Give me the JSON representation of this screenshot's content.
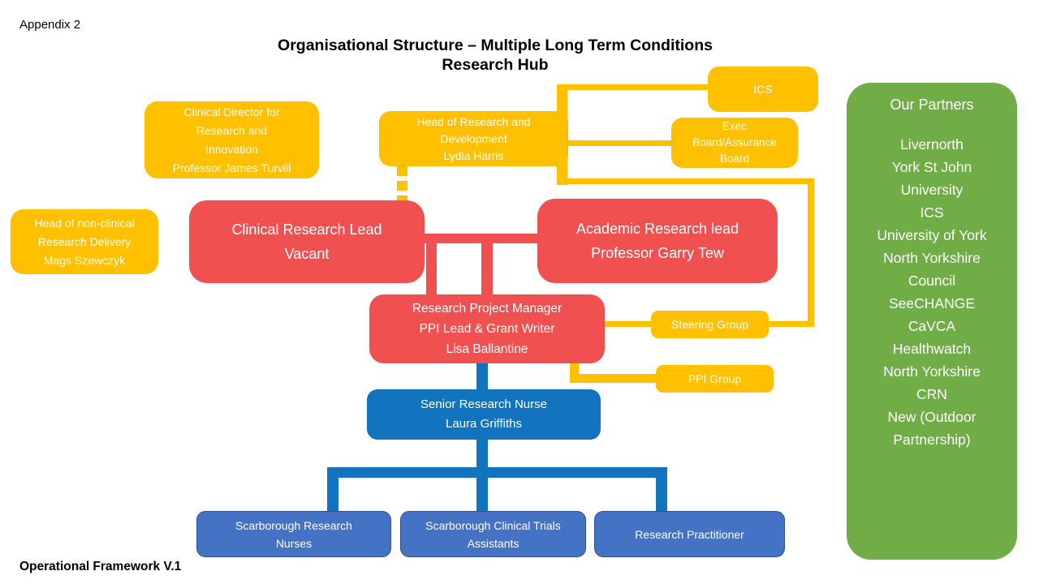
{
  "slide": {
    "appendix": "Appendix 2",
    "title": [
      "Organisational Structure – Multiple Long Term Conditions",
      "Research Hub"
    ],
    "footer": "Operational Framework V.1"
  },
  "colors": {
    "gold": "#FFC000",
    "red": "#F15050",
    "blue_dark": "#1273BE",
    "blue_medium": "#4472C4",
    "blue_medium_border": "#2F528F",
    "green": "#70AD47",
    "box_text": "#FFFFFF",
    "slide_text": "#000000"
  },
  "boxes": {
    "clinical_director": {
      "lines": [
        "Clinical Director for",
        "Research and",
        "Innovation",
        "Professor James Turvill"
      ]
    },
    "head_rd": {
      "lines": [
        "Head of Research and",
        "Development",
        "Lydia Harris"
      ]
    },
    "ics": {
      "lines": [
        "ICS"
      ]
    },
    "exec_board": {
      "lines": [
        "Exec",
        "Board/Assurance",
        "Board"
      ]
    },
    "non_clinical": {
      "lines": [
        "Head of non-clinical",
        "Research Delivery",
        "Mags Szewczyk"
      ]
    },
    "clinical_lead": {
      "lines": [
        "Clinical Research Lead",
        "Vacant"
      ]
    },
    "academic_lead": {
      "lines": [
        "Academic Research lead",
        "Professor Garry Tew"
      ]
    },
    "project_manager": {
      "lines": [
        "Research Project Manager",
        "PPI Lead & Grant Writer",
        "Lisa Ballantine"
      ]
    },
    "steering_group": {
      "lines": [
        "Steering Group"
      ]
    },
    "ppi_group": {
      "lines": [
        "PPI Group"
      ]
    },
    "senior_nurse": {
      "lines": [
        "Senior Research Nurse",
        "Laura Griffiths"
      ]
    },
    "scarborough_nurses": {
      "lines": [
        "Scarborough Research",
        "Nurses"
      ]
    },
    "scarborough_cta": {
      "lines": [
        "Scarborough Clinical Trials",
        "Assistants"
      ]
    },
    "research_practitioner": {
      "lines": [
        "Research Practitioner"
      ]
    }
  },
  "partners": {
    "heading": "Our Partners",
    "items": [
      "Livernorth",
      "York St John",
      "University",
      "ICS",
      "University of York",
      "North Yorkshire",
      "Council",
      "SeeCHANGE",
      "CaVCA",
      "Healthwatch",
      "North Yorkshire",
      "CRN",
      "New (Outdoor",
      "Partnership)"
    ]
  }
}
